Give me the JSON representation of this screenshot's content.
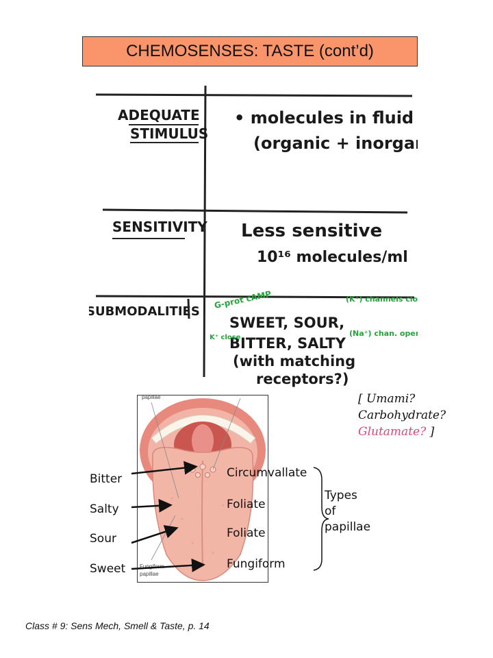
{
  "title": "CHEMOSENSES: TASTE (cont’d)",
  "notes": {
    "rows": [
      {
        "label_lines": [
          "ADEQUATE",
          "STIMULUS"
        ],
        "content_lines": [
          "• molecules in fluid",
          "(organic + inorganic)"
        ]
      },
      {
        "label_lines": [
          "SENSITIVITY"
        ],
        "content_lines": [
          "Less sensitive",
          "10¹⁶ molecules/ml"
        ]
      },
      {
        "label_lines": [
          "SUBMODALITIES"
        ],
        "content_lines": [
          "SWEET, SOUR,",
          "BITTER, SALTY",
          "(with matching",
          "receptors?)"
        ]
      }
    ],
    "green_notes": [
      "G-prot cAMP",
      "(K⁺) channels close",
      "K⁺ close",
      "(Na⁺) chan. open"
    ]
  },
  "tongue_figure": {
    "caption_top": "papillae",
    "caption_bottom": [
      "Fungiform",
      "papillae"
    ]
  },
  "tastes": [
    "Bitter",
    "Salty",
    "Sour",
    "Sweet"
  ],
  "papillae": [
    "Circumvallate",
    "Foliate",
    "Foliate",
    "Fungiform"
  ],
  "types_label": [
    "Types",
    "of",
    "papillae"
  ],
  "umami": {
    "line1": "[ Umami?",
    "line2": "Carbohydrate?",
    "line3_pink": "Glutamate?",
    "line3_end": " ]"
  },
  "footer": "Class # 9: Sens Mech, Smell & Taste, p. 14"
}
